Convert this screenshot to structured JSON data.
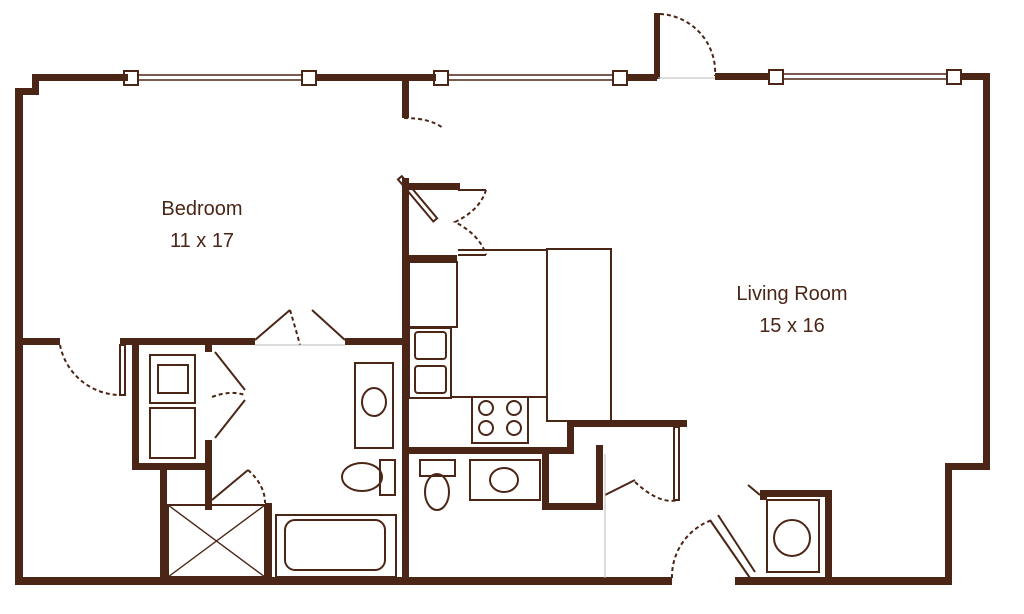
{
  "rooms": [
    {
      "name": "Bedroom",
      "size": "11 x 17"
    },
    {
      "name": "Living Room",
      "size": "15 x 16"
    }
  ],
  "colors": {
    "wall": "#4b2617",
    "background": "#ffffff"
  }
}
